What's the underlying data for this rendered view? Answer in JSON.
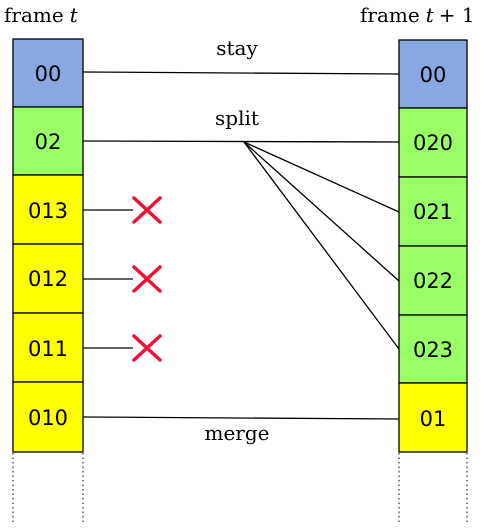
{
  "headers": {
    "left_word": "frame",
    "left_var": "t",
    "right_word": "frame",
    "right_var": "t",
    "right_plus": "+ 1"
  },
  "colors": {
    "blue": "#87a8e0",
    "green": "#99ff66",
    "yellow": "#ffff00",
    "cross": "#ee1133"
  },
  "left_column": [
    {
      "label": "00",
      "color": "blue"
    },
    {
      "label": "02",
      "color": "green"
    },
    {
      "label": "013",
      "color": "yellow"
    },
    {
      "label": "012",
      "color": "yellow"
    },
    {
      "label": "011",
      "color": "yellow"
    },
    {
      "label": "010",
      "color": "yellow"
    }
  ],
  "right_column": [
    {
      "label": "00",
      "color": "blue"
    },
    {
      "label": "020",
      "color": "green"
    },
    {
      "label": "021",
      "color": "green"
    },
    {
      "label": "022",
      "color": "green"
    },
    {
      "label": "023",
      "color": "green"
    },
    {
      "label": "01",
      "color": "yellow"
    }
  ],
  "operations": {
    "stay": "stay",
    "split": "split",
    "merge": "merge"
  },
  "removed_left_indices": [
    2,
    3,
    4
  ]
}
